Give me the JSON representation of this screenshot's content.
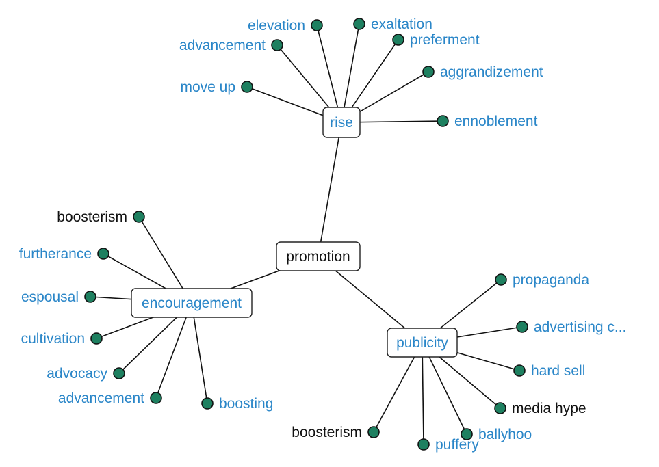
{
  "colors": {
    "link_text": "#2a86c8",
    "plain_text": "#111111",
    "leaf_dot": "#1e8060",
    "edge": "#111111",
    "box_border": "#222222",
    "background": "#ffffff"
  },
  "root": {
    "label": "promotion"
  },
  "hubs": [
    {
      "key": "rise",
      "label": "rise",
      "leaves": [
        {
          "label": "elevation",
          "link": true
        },
        {
          "label": "exaltation",
          "link": true
        },
        {
          "label": "preferment",
          "link": true
        },
        {
          "label": "advancement",
          "link": true
        },
        {
          "label": "aggrandizement",
          "link": true
        },
        {
          "label": "move up",
          "link": true
        },
        {
          "label": "ennoblement",
          "link": true
        }
      ]
    },
    {
      "key": "encouragement",
      "label": "encouragement",
      "leaves": [
        {
          "label": "boosterism",
          "link": false
        },
        {
          "label": "furtherance",
          "link": true
        },
        {
          "label": "espousal",
          "link": true
        },
        {
          "label": "cultivation",
          "link": true
        },
        {
          "label": "advocacy",
          "link": true
        },
        {
          "label": "advancement",
          "link": true
        },
        {
          "label": "boosting",
          "link": true
        }
      ]
    },
    {
      "key": "publicity",
      "label": "publicity",
      "leaves": [
        {
          "label": "propaganda",
          "link": true
        },
        {
          "label": "advertising c...",
          "link": true
        },
        {
          "label": "hard sell",
          "link": true
        },
        {
          "label": "media hype",
          "link": false
        },
        {
          "label": "ballyhoo",
          "link": true
        },
        {
          "label": "puffery",
          "link": true
        },
        {
          "label": "boosterism",
          "link": false
        }
      ]
    }
  ]
}
